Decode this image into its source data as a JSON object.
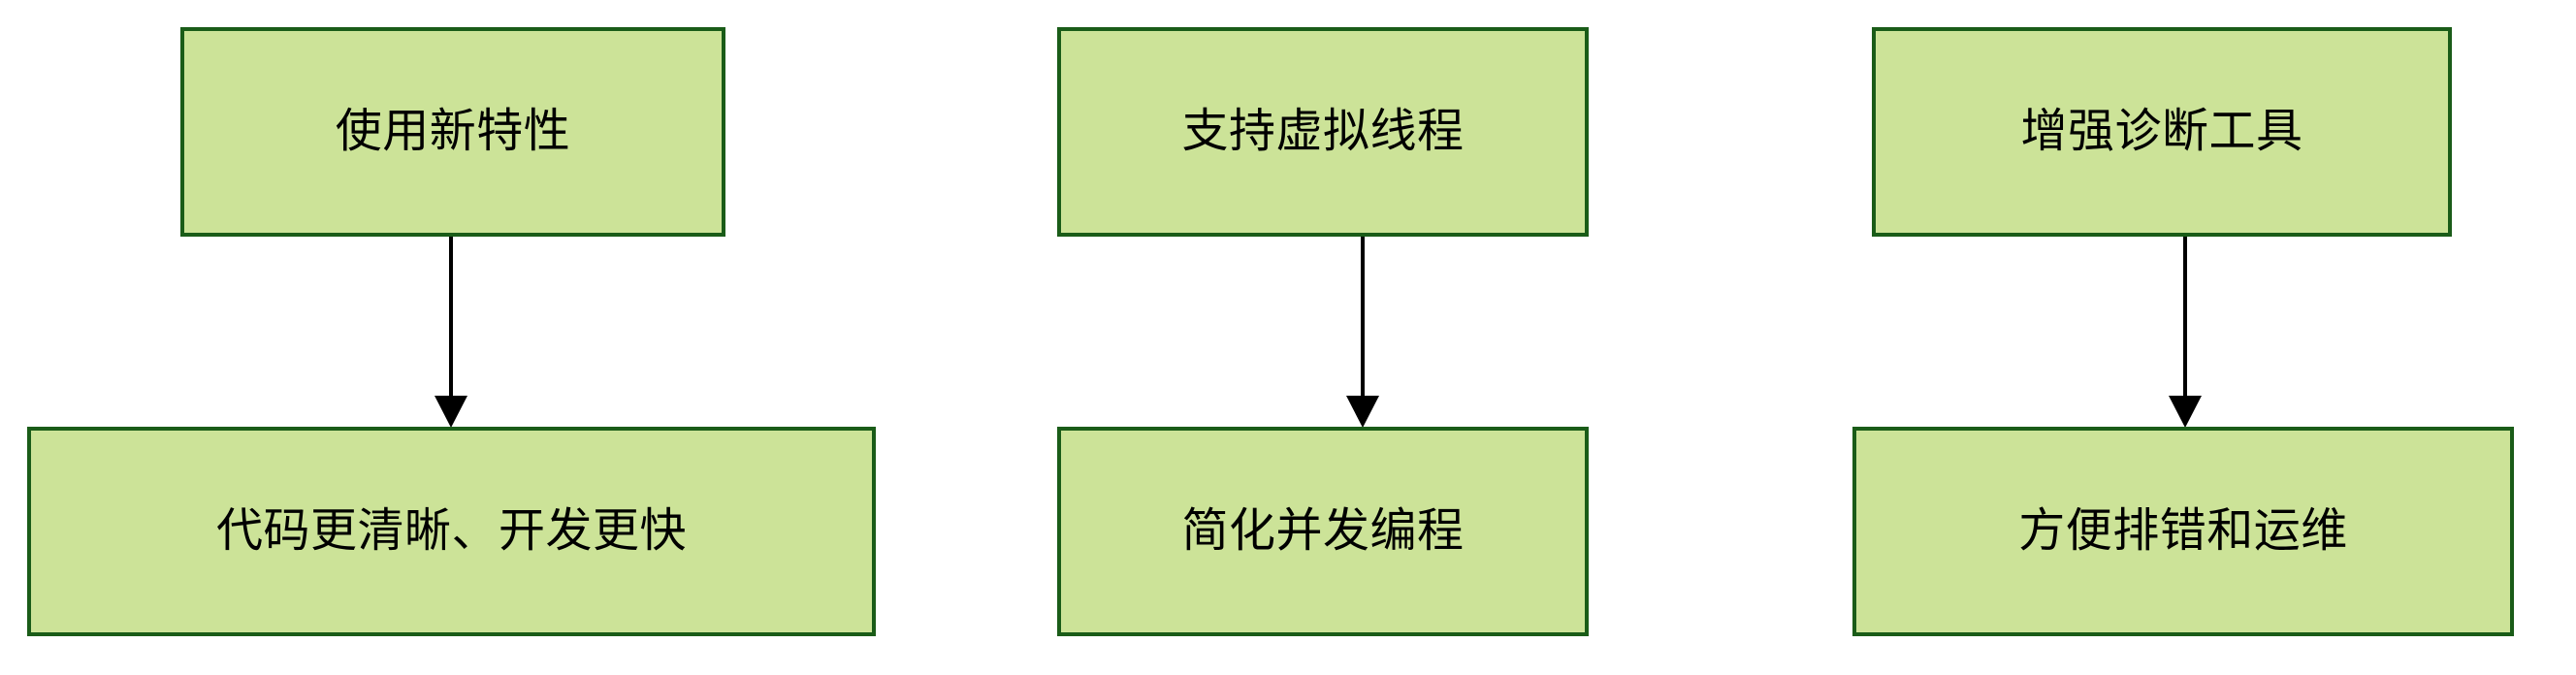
{
  "diagram": {
    "type": "flowchart",
    "orientation": "three-parallel-columns-top-to-bottom",
    "background_color": "#ffffff",
    "node_fill_color": "#cce398",
    "node_border_color": "#1a5c18",
    "edge_color": "#000000",
    "text_color": "#000000",
    "columns": [
      {
        "id": "column-1",
        "top_node": {
          "id": "use-new-features",
          "label": "使用新特性"
        },
        "bottom_node": {
          "id": "clearer-code",
          "label": "代码更清晰、开发更快"
        },
        "edge": {
          "id": "edge-1",
          "label": "",
          "arrow": "down"
        }
      },
      {
        "id": "column-2",
        "top_node": {
          "id": "virtual-threads",
          "label": "支持虚拟线程"
        },
        "bottom_node": {
          "id": "simplify-concurrency",
          "label": "简化并发编程"
        },
        "edge": {
          "id": "edge-2",
          "label": "",
          "arrow": "down"
        }
      },
      {
        "id": "column-3",
        "top_node": {
          "id": "diagnostic-tools",
          "label": "增强诊断工具"
        },
        "bottom_node": {
          "id": "easier-ops",
          "label": "方便排错和运维"
        },
        "edge": {
          "id": "edge-3",
          "label": "",
          "arrow": "down"
        }
      }
    ]
  }
}
